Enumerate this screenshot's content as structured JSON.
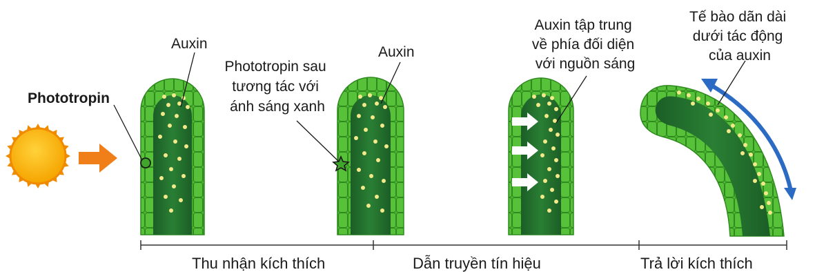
{
  "labels": {
    "phototropin": "Phototropin",
    "auxin_1": "Auxin",
    "auxin_2": "Auxin",
    "phototropin_after": [
      "Phototropin sau",
      "tương tác với",
      "ánh sáng xanh"
    ],
    "auxin_concentrate": [
      "Auxin tập trung",
      "về phía đối diện",
      "với nguồn sáng"
    ],
    "cell_elongate": [
      "Tế bào dãn dài",
      "dưới tác động",
      "của auxin"
    ]
  },
  "stages": [
    "Thu nhận kích thích",
    "Dẫn truyền tín hiệu",
    "Trả lời kích thích"
  ],
  "colors": {
    "sun": "#f9b800",
    "sun_edge": "#f08a00",
    "light_arrow": "#f07f1a",
    "stem_outer": "#4cb630",
    "stem_cell_line": "#2e8a1e",
    "stem_inner": "#1f6b2a",
    "auxin_dot": "#f4e98a",
    "curve_arrow": "#2c6bc4",
    "timeline": "#333333"
  },
  "icons": [
    "sun-icon",
    "light-arrow-icon",
    "phototropin-circle-marker",
    "phototropin-star-marker",
    "white-arrow-icon",
    "double-headed-curve-arrow-icon"
  ]
}
